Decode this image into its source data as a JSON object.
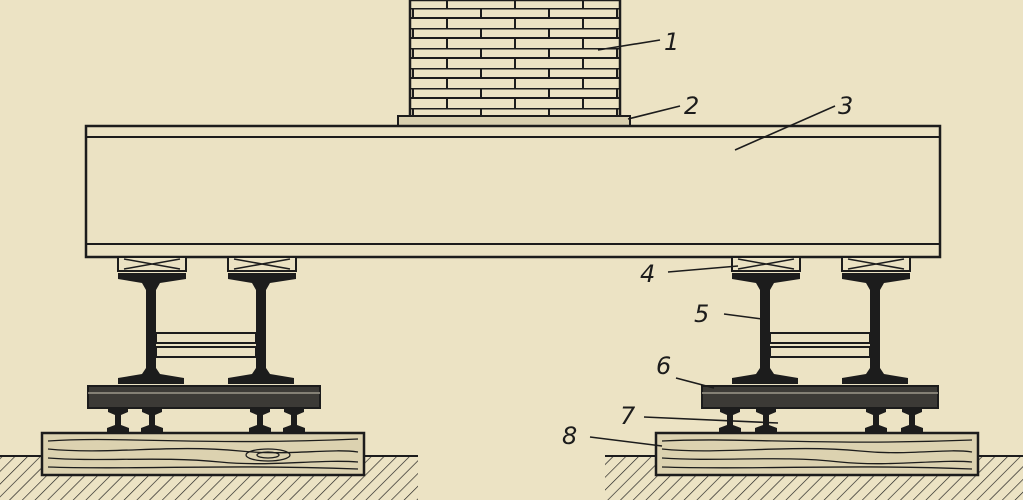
{
  "diagram": {
    "callouts": [
      {
        "id": "1",
        "label": "1"
      },
      {
        "id": "2",
        "label": "2"
      },
      {
        "id": "3",
        "label": "3"
      },
      {
        "id": "4",
        "label": "4"
      },
      {
        "id": "5",
        "label": "5"
      },
      {
        "id": "6",
        "label": "6"
      },
      {
        "id": "7",
        "label": "7"
      },
      {
        "id": "8",
        "label": "8"
      }
    ],
    "colors": {
      "paper": "#ece3c4",
      "ink": "#1c1c1c",
      "steel_fill": "#ece3c4",
      "plate_dark": "#3c3a36",
      "timber": "#dcd2b0"
    }
  }
}
